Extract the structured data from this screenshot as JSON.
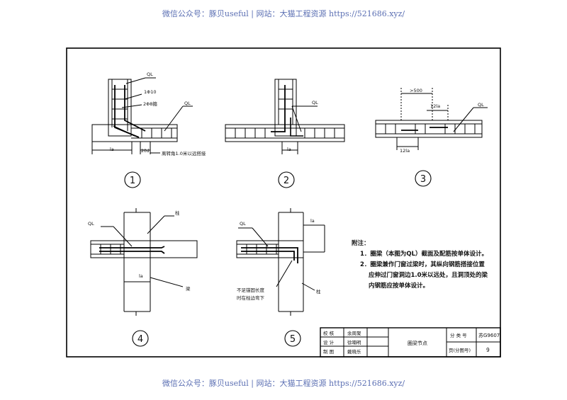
{
  "watermark": {
    "top": "微信公众号：豚贝useful | 网站：大猫工程资源 https://521686.xyz/",
    "bottom": "微信公众号：豚贝useful | 网站：大猫工程资源 https://521686.xyz/"
  },
  "details": {
    "d1": {
      "number": "1",
      "labels": {
        "ql": "QL",
        "bar10": "1Φ10",
        "bar8": "2Φ8箍",
        "la": "la",
        "la20": "20d",
        "corner_note": "离转角1.0米以远搭接"
      }
    },
    "d2": {
      "number": "2",
      "labels": {
        "ql": "QL",
        "la": "la"
      }
    },
    "d3": {
      "number": "3",
      "labels": {
        "ql": "QL",
        "dim500": ">500",
        "la12_top": "12la",
        "la12_bottom": "12la"
      }
    },
    "d4": {
      "number": "4",
      "labels": {
        "column": "柱",
        "ql": "QL",
        "la": "la",
        "beam": "梁"
      }
    },
    "d5": {
      "number": "5",
      "labels": {
        "la": "la",
        "ql": "QL",
        "column": "柱",
        "short_note_1": "不足锚固长度",
        "short_note_2": "时在柱边弯下"
      }
    }
  },
  "notes": {
    "title": "附注：",
    "lines": [
      "1．圈梁（本图为QL）截面及配筋按单体设计。",
      "2．圈梁兼作门窗过梁时，其纵向钢筋搭接位置",
      "应伸过门窗洞边1.0米以远处，且洞顶处的梁",
      "内钢筋应按单体设计。"
    ]
  },
  "title_block": {
    "rows": [
      {
        "role": "校  核",
        "name": "余周聚"
      },
      {
        "role": "设  计",
        "name": "徐喃明"
      },
      {
        "role": "制  图",
        "name": "戴晓乐"
      }
    ],
    "drawing_title": "圈梁节点",
    "category_label": "分 类 号",
    "category_value": "苏G9607",
    "page_label": "页(分图号)",
    "page_value": "9"
  }
}
